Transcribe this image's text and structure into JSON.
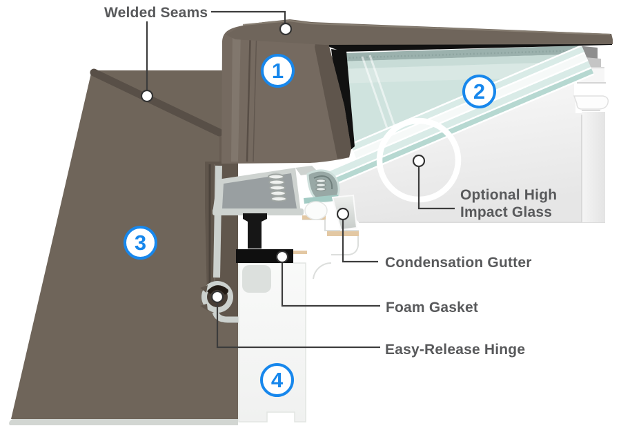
{
  "labels": {
    "welded_seams": "Welded Seams",
    "optional_high_impact_glass": "Optional High Impact Glass",
    "condensation_gutter": "Condensation Gutter",
    "foam_gasket": "Foam Gasket",
    "easy_release_hinge": "Easy-Release Hinge"
  },
  "markers": [
    {
      "number": "1"
    },
    {
      "number": "2"
    },
    {
      "number": "3"
    },
    {
      "number": "4"
    }
  ],
  "colors": {
    "accent_blue": "#1787ec",
    "label_text": "#58595b",
    "cladding_brown": "#6f655b",
    "flashing_brown": "#6f655a",
    "glass_teal": "#cfe3de",
    "seal_black": "#111111"
  }
}
